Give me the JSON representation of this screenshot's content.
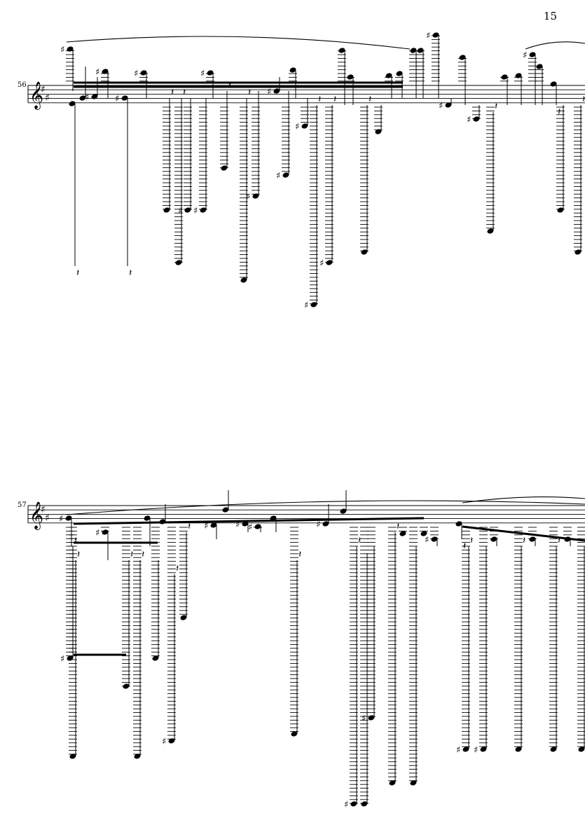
{
  "page": {
    "number": "15"
  },
  "systems": [
    {
      "measure_number": "56",
      "clef": "treble-clef"
    },
    {
      "measure_number": "57",
      "clef": "treble-clef"
    }
  ],
  "colors": {
    "ink": "#000000",
    "paper": "#ffffff"
  }
}
